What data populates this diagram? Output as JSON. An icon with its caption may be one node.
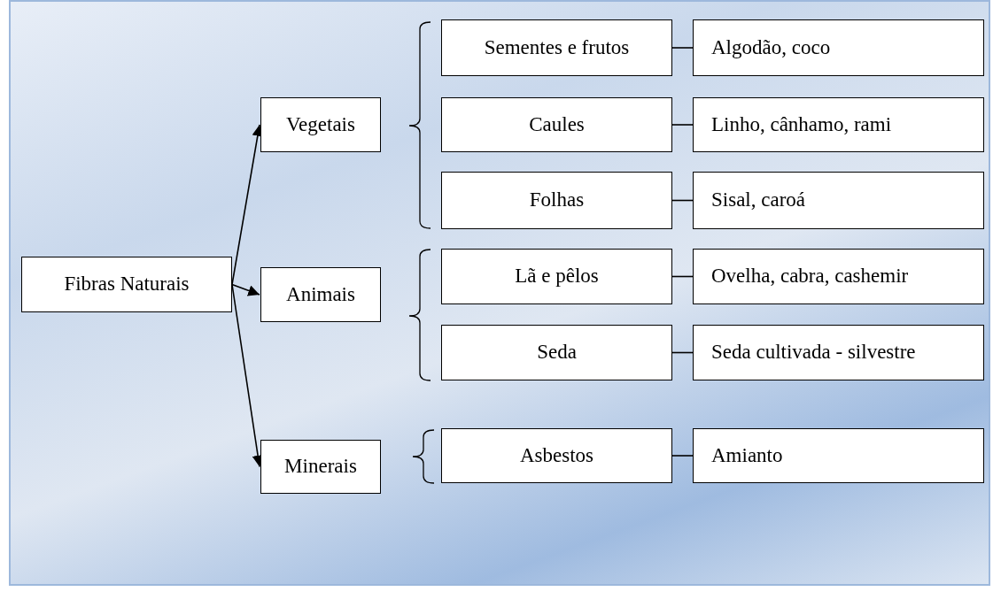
{
  "diagram": {
    "nodes": [
      {
        "text": [
          "Fibras Naturais"
        ]
      },
      {
        "text": [
          "Vegetais"
        ]
      },
      {
        "text": [
          "Sementes e frutos"
        ]
      },
      {
        "text": [
          "Algodão, coco"
        ]
      },
      {
        "text": [
          "Caules"
        ]
      },
      {
        "text": [
          "Linho, cânhamo, rami"
        ]
      },
      {
        "text": [
          "Folhas"
        ]
      },
      {
        "text": [
          "Sisal, caroá"
        ]
      },
      {
        "text": [
          "Animais"
        ]
      },
      {
        "text": [
          "Lã e pêlos"
        ]
      },
      {
        "text": [
          "Ovelha, cabra, cashemir"
        ]
      },
      {
        "text": [
          "Seda"
        ]
      },
      {
        "text": [
          "Seda cultivada - silvestre"
        ]
      },
      {
        "text": [
          "Minerais"
        ]
      },
      {
        "text": [
          "Asbestos"
        ]
      },
      {
        "text": [
          "Amianto"
        ]
      }
    ],
    "edges": [
      {
        "from": 0,
        "to": 1,
        "arrow": "to"
      },
      {
        "from": 0,
        "to": 8,
        "arrow": "to"
      },
      {
        "from": 0,
        "to": 13,
        "arrow": "to"
      },
      {
        "from": 2,
        "to": 3,
        "arrow": "none"
      },
      {
        "from": 4,
        "to": 5,
        "arrow": "none"
      },
      {
        "from": 6,
        "to": 7,
        "arrow": "none"
      },
      {
        "from": 9,
        "to": 10,
        "arrow": "none"
      },
      {
        "from": 11,
        "to": 12,
        "arrow": "none"
      },
      {
        "from": 14,
        "to": 15,
        "arrow": "none"
      }
    ]
  }
}
